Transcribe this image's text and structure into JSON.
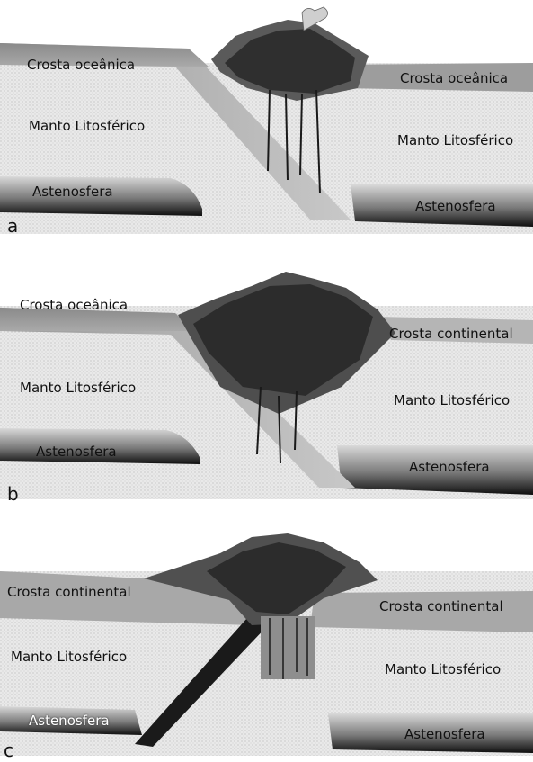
{
  "panels": [
    {
      "letter": "a",
      "left_crust": "Crosta oceânica",
      "right_crust": "Crosta oceânica",
      "left_mantle": "Manto Litosférico",
      "right_mantle": "Manto Litosférico",
      "left_astheno": "Astenosfera",
      "right_astheno": "Astenosfera"
    },
    {
      "letter": "b",
      "left_crust": "Crosta oceânica",
      "right_crust": "Crosta continental",
      "left_mantle": "Manto Litosférico",
      "right_mantle": "Manto Litosférico",
      "left_astheno": "Astenosfera",
      "right_astheno": "Astenosfera"
    },
    {
      "letter": "c",
      "left_crust": "Crosta continental",
      "right_crust": "Crosta continental",
      "left_mantle": "Manto Litosférico",
      "right_mantle": "Manto Litosférico",
      "left_astheno": "Astenosfera",
      "right_astheno": "Astenosfera"
    }
  ]
}
